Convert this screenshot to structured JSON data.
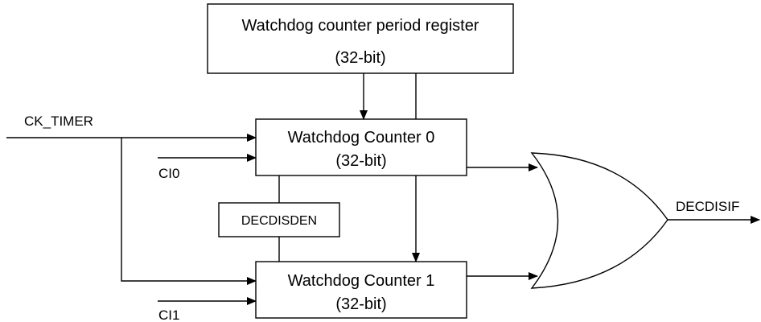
{
  "diagram": {
    "period_register": {
      "line1": "Watchdog counter period register",
      "line2": "(32-bit)"
    },
    "counter0": {
      "line1": "Watchdog Counter 0",
      "line2": "(32-bit)"
    },
    "counter1": {
      "line1": "Watchdog Counter 1",
      "line2": "(32-bit)"
    },
    "decdisden": "DECDISDEN",
    "ck_timer": "CK_TIMER",
    "ci0": "CI0",
    "ci1": "CI1",
    "output": "DECDISIF"
  }
}
